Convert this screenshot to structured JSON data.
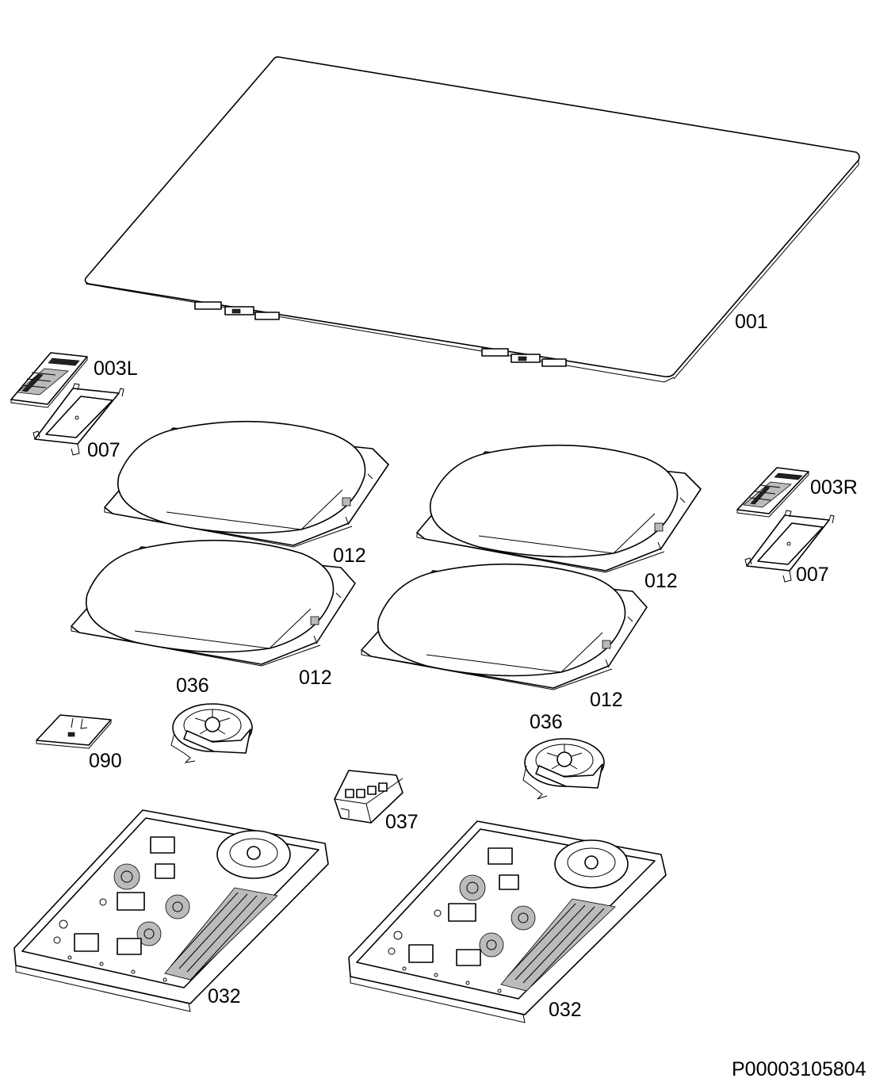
{
  "labels": {
    "glass_top": "001",
    "control_board_left": "003L",
    "control_board_right": "003R",
    "bracket_left": "007",
    "bracket_right": "007",
    "coil_top_left": "012",
    "coil_top_right": "012",
    "coil_bottom_left": "012",
    "coil_bottom_right": "012",
    "fan_left": "036",
    "fan_right": "036",
    "terminal_block": "037",
    "cover_plate": "090",
    "power_module_left": "032",
    "power_module_right": "032"
  },
  "document_id": "P00003105804"
}
